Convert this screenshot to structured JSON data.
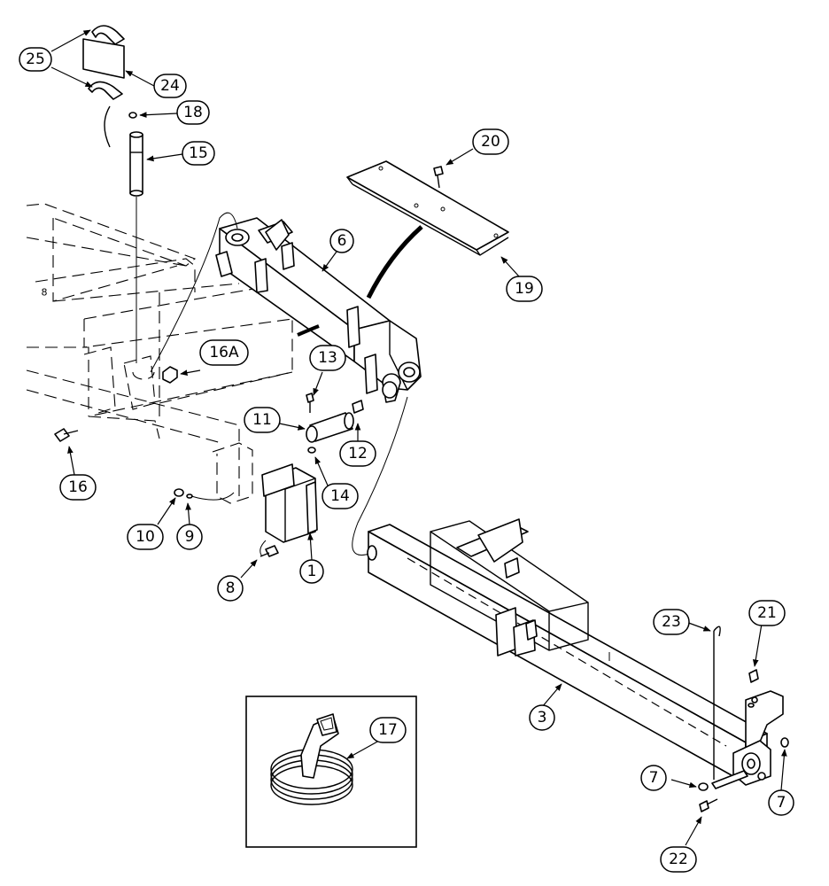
{
  "callouts": {
    "c25": "25",
    "c24": "24",
    "c18": "18",
    "c15": "15",
    "c20": "20",
    "c6": "6",
    "c19": "19",
    "c16A": "16A",
    "c13": "13",
    "c11": "11",
    "c12": "12",
    "c14": "14",
    "c16": "16",
    "c10": "10",
    "c9": "9",
    "c1": "1",
    "c8": "8",
    "c23": "23",
    "c21": "21",
    "c3": "3",
    "c17": "17",
    "c7a": "7",
    "c7b": "7",
    "c22": "22"
  },
  "colors": {
    "line": "#000000",
    "background": "#ffffff"
  }
}
